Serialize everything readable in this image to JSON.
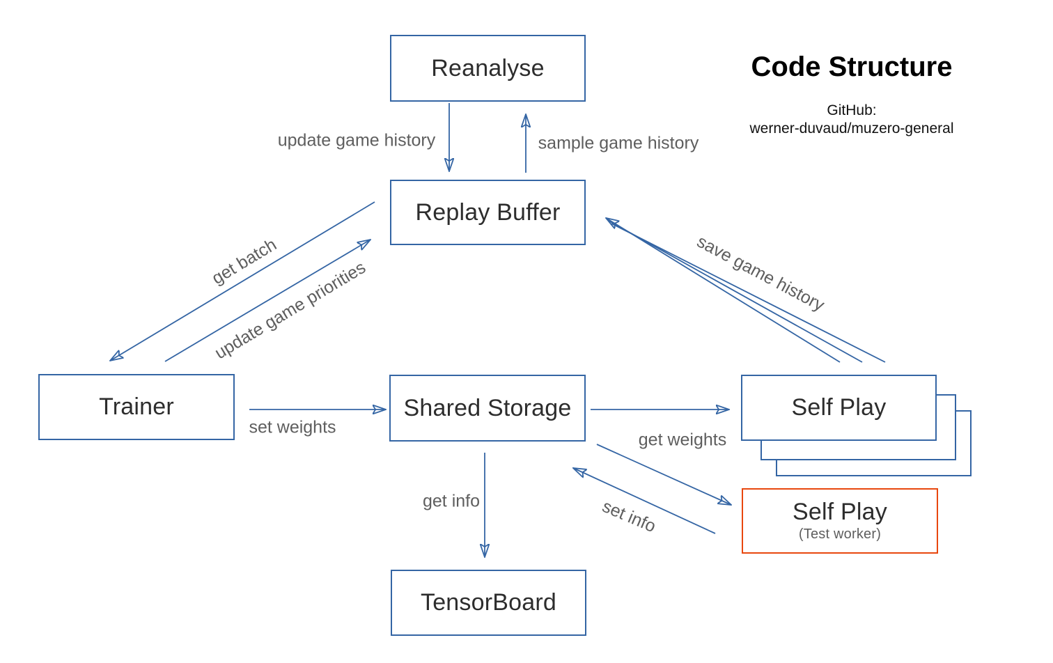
{
  "header": {
    "title": "Code Structure",
    "github_label": "GitHub:",
    "github_repo": "werner-duvaud/muzero-general"
  },
  "nodes": {
    "reanalyse": {
      "label": "Reanalyse"
    },
    "replay_buffer": {
      "label": "Replay Buffer"
    },
    "trainer": {
      "label": "Trainer"
    },
    "shared_storage": {
      "label": "Shared Storage"
    },
    "self_play": {
      "label": "Self Play"
    },
    "self_play_test_worker": {
      "label": "Self Play",
      "sublabel": "(Test worker)"
    },
    "tensorboard": {
      "label": "TensorBoard"
    }
  },
  "edges": {
    "update_game_history": "update game history",
    "sample_game_history": "sample game history",
    "get_batch": "get batch",
    "update_game_priorities": "update game priorities",
    "save_game_history": "save game history",
    "set_weights": "set weights",
    "get_weights": "get weights",
    "get_info": "get info",
    "set_info": "set info"
  },
  "colors": {
    "diagram_blue": "#3465a4",
    "test_worker_orange": "#e8470e",
    "edge_label_gray": "#5e5e5e",
    "node_text": "#2d2d2d",
    "title_black": "#000000"
  }
}
